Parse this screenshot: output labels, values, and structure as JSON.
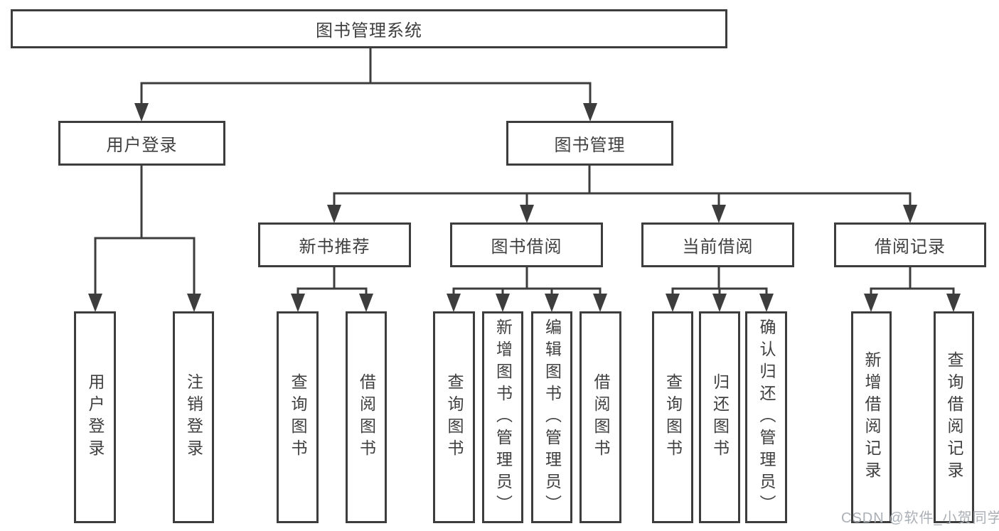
{
  "tree": {
    "label": "图书管理系统",
    "children": [
      {
        "label": "用户登录",
        "children": [
          {
            "label": "用户登录"
          },
          {
            "label": "注销登录"
          }
        ]
      },
      {
        "label": "图书管理",
        "children": [
          {
            "label": "新书推荐",
            "children": [
              {
                "label": "查询图书"
              },
              {
                "label": "借阅图书"
              }
            ]
          },
          {
            "label": "图书借阅",
            "children": [
              {
                "label": "查询图书"
              },
              {
                "label": "新增图书（管理员）"
              },
              {
                "label": "编辑图书（管理员）"
              },
              {
                "label": "借阅图书"
              }
            ]
          },
          {
            "label": "当前借阅",
            "children": [
              {
                "label": "查询图书"
              },
              {
                "label": "归还图书"
              },
              {
                "label": "确认归还（管理员）"
              }
            ]
          },
          {
            "label": "借阅记录",
            "children": [
              {
                "label": "新增借阅记录"
              },
              {
                "label": "查询借阅记录"
              }
            ]
          }
        ]
      }
    ]
  },
  "watermark": {
    "text": "CSDN @软件_小贺同学"
  },
  "colors": {
    "line": "#3d3d3d",
    "text": "#3f3f3f",
    "box_background": "#ffffff",
    "page_background": "#ffffff",
    "watermark": "#aab0b6"
  }
}
